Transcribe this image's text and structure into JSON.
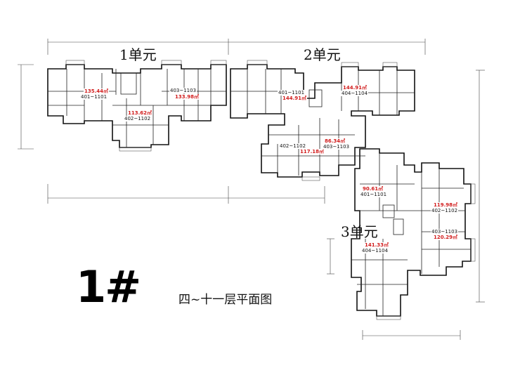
{
  "units": [
    {
      "key": "u1",
      "title": "1单元"
    },
    {
      "key": "u2",
      "title": "2单元"
    },
    {
      "key": "u3",
      "title": "3单元"
    }
  ],
  "building_number": "1#",
  "floor_plan_title": "四~十一层平面图",
  "apartments": [
    {
      "area": "135.44㎡",
      "floors": "401~1101"
    },
    {
      "area": "133.98㎡",
      "floors": "403~1103"
    },
    {
      "area": "113.62㎡",
      "floors": "402~1102"
    },
    {
      "area": "144.91㎡",
      "floors": "401~1101"
    },
    {
      "area": "144.91㎡",
      "floors": "404~1104"
    },
    {
      "area": "86.34㎡",
      "floors": "403~1103"
    },
    {
      "area": "117.18㎡",
      "floors": "402~1102"
    },
    {
      "area": "90.61㎡",
      "floors": "401~1101"
    },
    {
      "area": "119.98㎡",
      "floors": "402~1102"
    },
    {
      "area": "120.29㎡",
      "floors": "403~1103"
    },
    {
      "area": "141.33㎡",
      "floors": "404~1104"
    }
  ]
}
